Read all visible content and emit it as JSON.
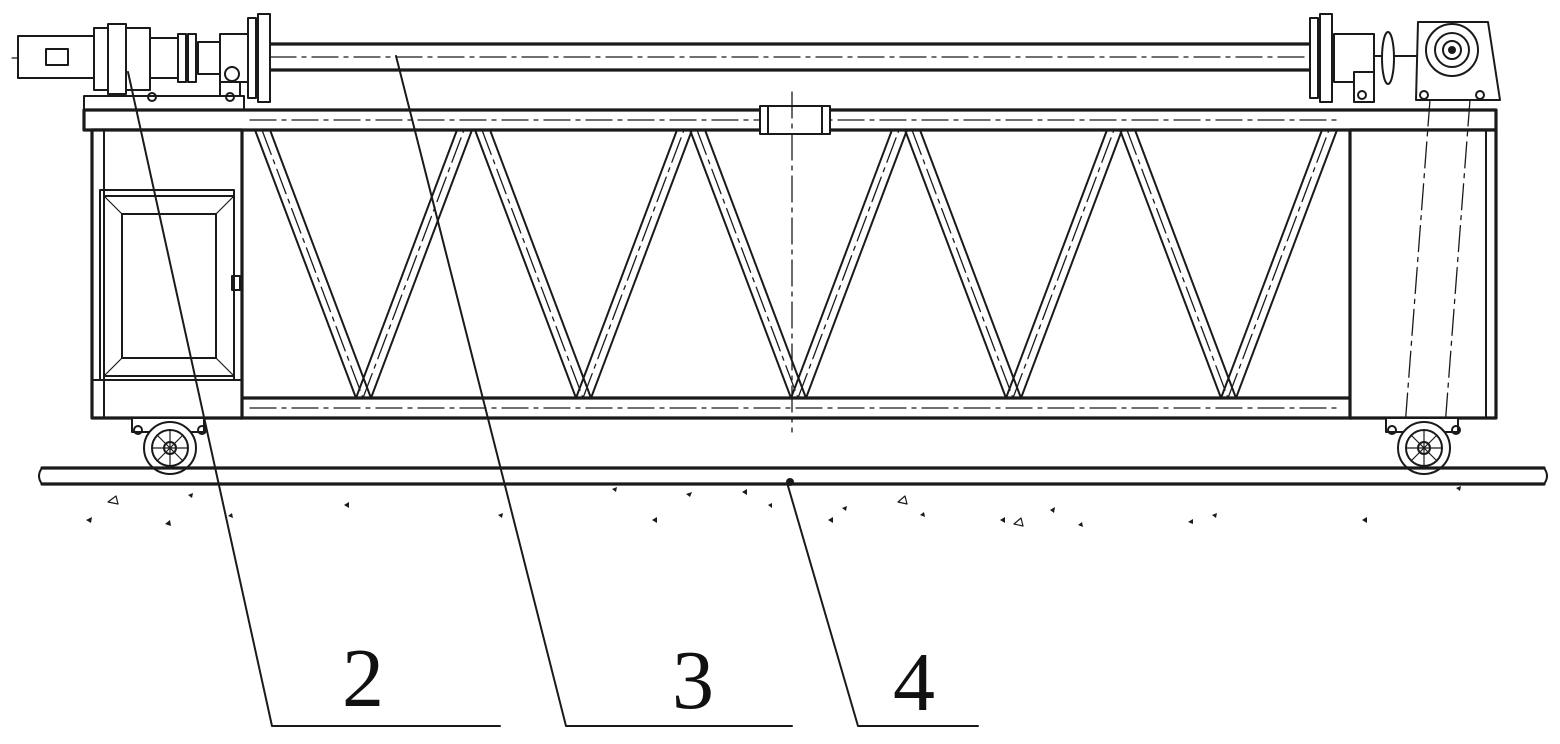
{
  "callouts": [
    {
      "id": "2",
      "label": "2"
    },
    {
      "id": "3",
      "label": "3"
    },
    {
      "id": "4",
      "label": "4"
    }
  ],
  "colors": {
    "line": "#1a1a1a",
    "background": "#ffffff"
  }
}
